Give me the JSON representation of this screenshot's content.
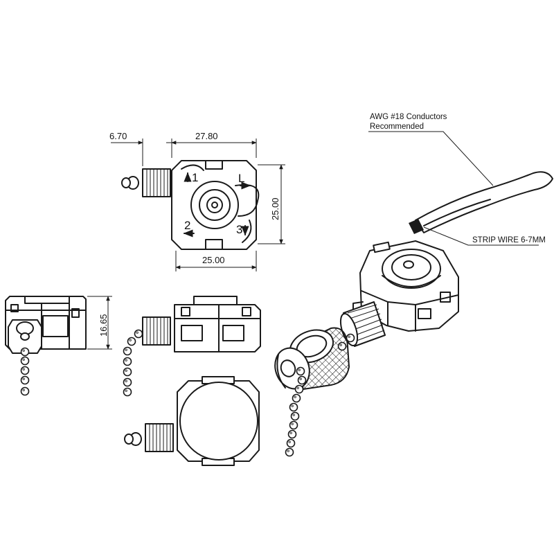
{
  "dimensions": {
    "shaft_length": "6.70",
    "body_width_top": "27.80",
    "body_height_side": "25.00",
    "body_width_bottom": "25.00",
    "body_depth": "16.65"
  },
  "positions": {
    "p1": "1",
    "p2": "2",
    "p3": "3",
    "pL": "L"
  },
  "notes": {
    "wire_gauge_line1": "AWG #18 Conductors",
    "wire_gauge_line2": "Recommended",
    "strip_wire": "STRIP WIRE 6-7MM"
  },
  "colors": {
    "line": "#1a1a1a",
    "background": "#ffffff"
  }
}
